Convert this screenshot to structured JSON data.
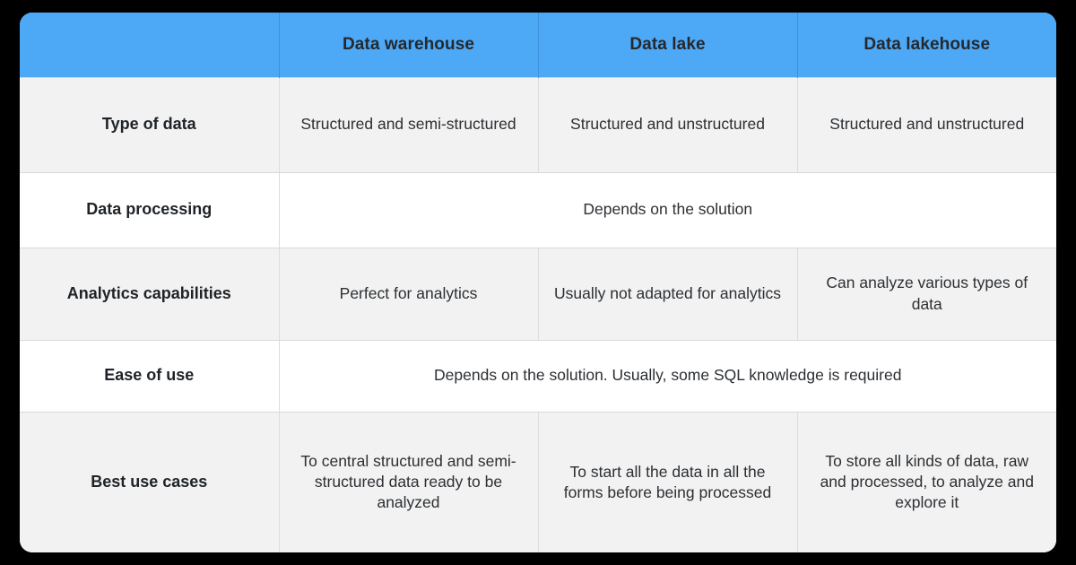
{
  "table": {
    "header": {
      "row_label_header": "",
      "columns": [
        "Data warehouse",
        "Data lake",
        "Data lakehouse"
      ]
    },
    "rows": [
      {
        "label": "Type of data",
        "merged": false,
        "cells": [
          "Structured and semi-structured",
          "Structured and unstructured",
          "Structured and unstructured"
        ]
      },
      {
        "label": "Data processing",
        "merged": true,
        "merged_text": "Depends on the solution",
        "cells": []
      },
      {
        "label": "Analytics capabilities",
        "merged": false,
        "cells": [
          "Perfect for analytics",
          "Usually not adapted for analytics",
          "Can analyze various types of data"
        ]
      },
      {
        "label": "Ease of use",
        "merged": true,
        "merged_text": "Depends on the solution. Usually, some SQL knowledge is required",
        "cells": []
      },
      {
        "label": "Best use cases",
        "merged": false,
        "cells": [
          "To central structured and semi-structured data ready to be analyzed",
          "To start all the data in all the forms before being processed",
          "To store all kinds of data, raw and processed, to analyze and explore it"
        ]
      }
    ]
  },
  "colors": {
    "header_background": "#4DA8F5",
    "header_text": "#25292E",
    "row_gray": "#F2F2F2",
    "row_white": "#FFFFFF",
    "body_text": "#2C2F33",
    "border": "#DCDCDC",
    "page_background": "#000000",
    "card_background": "#FFFFFF"
  }
}
